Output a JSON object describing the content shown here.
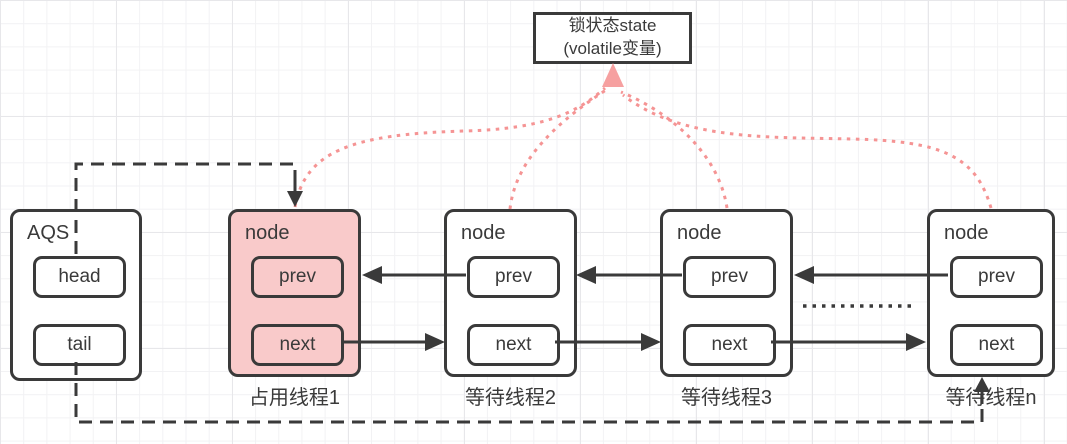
{
  "diagram": {
    "state_box": {
      "line1": "锁状态state",
      "line2": "(volatile变量)"
    },
    "aqs": {
      "title": "AQS",
      "head_label": "head",
      "tail_label": "tail"
    },
    "nodes": [
      {
        "title": "node",
        "prev_label": "prev",
        "next_label": "next",
        "caption": "占用线程1",
        "highlighted": true
      },
      {
        "title": "node",
        "prev_label": "prev",
        "next_label": "next",
        "caption": "等待线程2",
        "highlighted": false
      },
      {
        "title": "node",
        "prev_label": "prev",
        "next_label": "next",
        "caption": "等待线程3",
        "highlighted": false
      },
      {
        "title": "node",
        "prev_label": "prev",
        "next_label": "next",
        "caption": "等待线程n",
        "highlighted": false
      }
    ],
    "connections": [
      {
        "from": "AQS.head",
        "to": "node1.top",
        "style": "black-dashed-arrow"
      },
      {
        "from": "AQS.tail",
        "to": "node4.bottom",
        "style": "black-dashed-arrow"
      },
      {
        "from": "node2.prev",
        "to": "node1",
        "style": "black-solid-arrow"
      },
      {
        "from": "node1.next",
        "to": "node2",
        "style": "black-solid-arrow"
      },
      {
        "from": "node3.prev",
        "to": "node2",
        "style": "black-solid-arrow"
      },
      {
        "from": "node2.next",
        "to": "node3",
        "style": "black-solid-arrow"
      },
      {
        "from": "node4.prev",
        "to": "node3",
        "style": "black-solid-arrow"
      },
      {
        "from": "node3.next",
        "to": "node4",
        "style": "black-solid-arrow"
      },
      {
        "from": "node1.top",
        "to": "state_box",
        "style": "pink-dotted"
      },
      {
        "from": "node2.top",
        "to": "state_box",
        "style": "pink-dotted"
      },
      {
        "from": "node3.top",
        "to": "state_box",
        "style": "pink-dotted"
      },
      {
        "from": "node4.top",
        "to": "state_box",
        "style": "pink-dotted"
      },
      {
        "between": "node3|node4",
        "style": "ellipsis-dots"
      }
    ],
    "colors": {
      "stroke": "#3a3a3a",
      "highlight_fill": "#f9caca",
      "pink_accent": "#f59494",
      "pink_arrow": "#f6a0a0"
    }
  }
}
